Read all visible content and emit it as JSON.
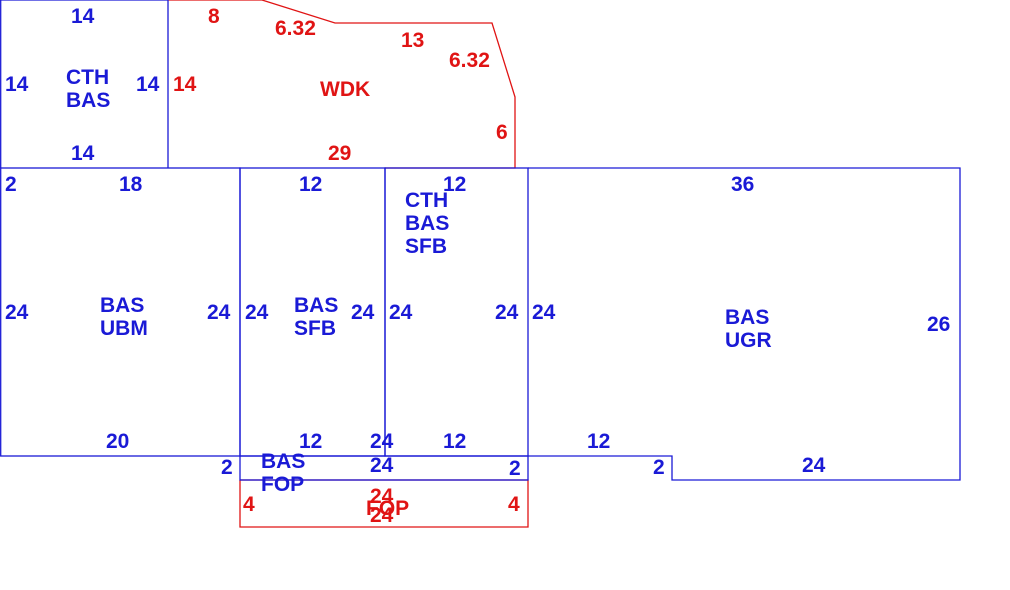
{
  "colors": {
    "bas_line": "#1a1ad6",
    "deck_porch_line": "#e01414",
    "background": "#ffffff"
  },
  "areas": {
    "cth_bas_nw": {
      "line1": "CTH",
      "line2": "BAS"
    },
    "wdk": {
      "label": "WDK"
    },
    "bas_ubm": {
      "line1": "BAS",
      "line2": "UBM"
    },
    "bas_sfb": {
      "line1": "BAS",
      "line2": "SFB"
    },
    "cth_bas_sfb": {
      "line1": "CTH",
      "line2": "BAS",
      "line3": "SFB"
    },
    "bas_ugr": {
      "line1": "BAS",
      "line2": "UGR"
    },
    "bas_fop": {
      "line1": "BAS",
      "line2": "FOP"
    },
    "fop": {
      "label": "FOP"
    }
  },
  "dimensions": {
    "cth_top": "14",
    "cth_left": "14",
    "cth_right": "14",
    "cth_bottom": "14",
    "wdk_top_a": "8",
    "wdk_top_b": "6.32",
    "wdk_top_c": "13",
    "wdk_top_d": "6.32",
    "wdk_left": "14",
    "wdk_right": "6",
    "wdk_bottom": "29",
    "ubm_corner": "2",
    "ubm_top": "18",
    "ubm_left": "24",
    "ubm_right": "24",
    "ubm_bottom": "20",
    "sfb_top": "12",
    "sfb_left": "24",
    "sfb_right": "24",
    "sfb_bottom": "12",
    "cth_sfb_top": "12",
    "cth_sfb_left": "24",
    "cth_sfb_right": "24",
    "cth_sfb_bottom": "12",
    "ugr_top": "36",
    "ugr_left": "24",
    "ugr_right": "26",
    "ugr_bottom_a": "12",
    "ugr_step": "2",
    "ugr_bottom_b": "24",
    "fop_left": "2",
    "fop_corner": "24",
    "fop_right": "2",
    "fop_top": "24",
    "porch_left": "4",
    "porch_right": "4",
    "porch_top": "24",
    "porch_bottom": "24"
  }
}
